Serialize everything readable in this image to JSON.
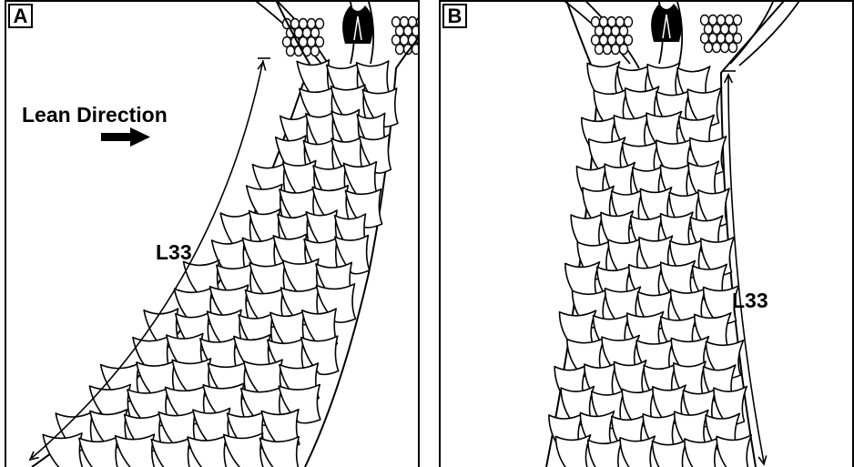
{
  "panels": [
    {
      "id": "A",
      "badge": "A",
      "lean_label": "Lean Direction",
      "measure_label": "L33",
      "lean": "right"
    },
    {
      "id": "B",
      "badge": "B",
      "measure_label": "L33",
      "lean": "none"
    }
  ],
  "colors": {
    "ink": "#000000",
    "background": "#ffffff"
  },
  "icons": [
    "lean-direction-arrow-icon",
    "measurement-arrow-icon",
    "palm-crown-icon",
    "leaf-base-scale-icon"
  ]
}
